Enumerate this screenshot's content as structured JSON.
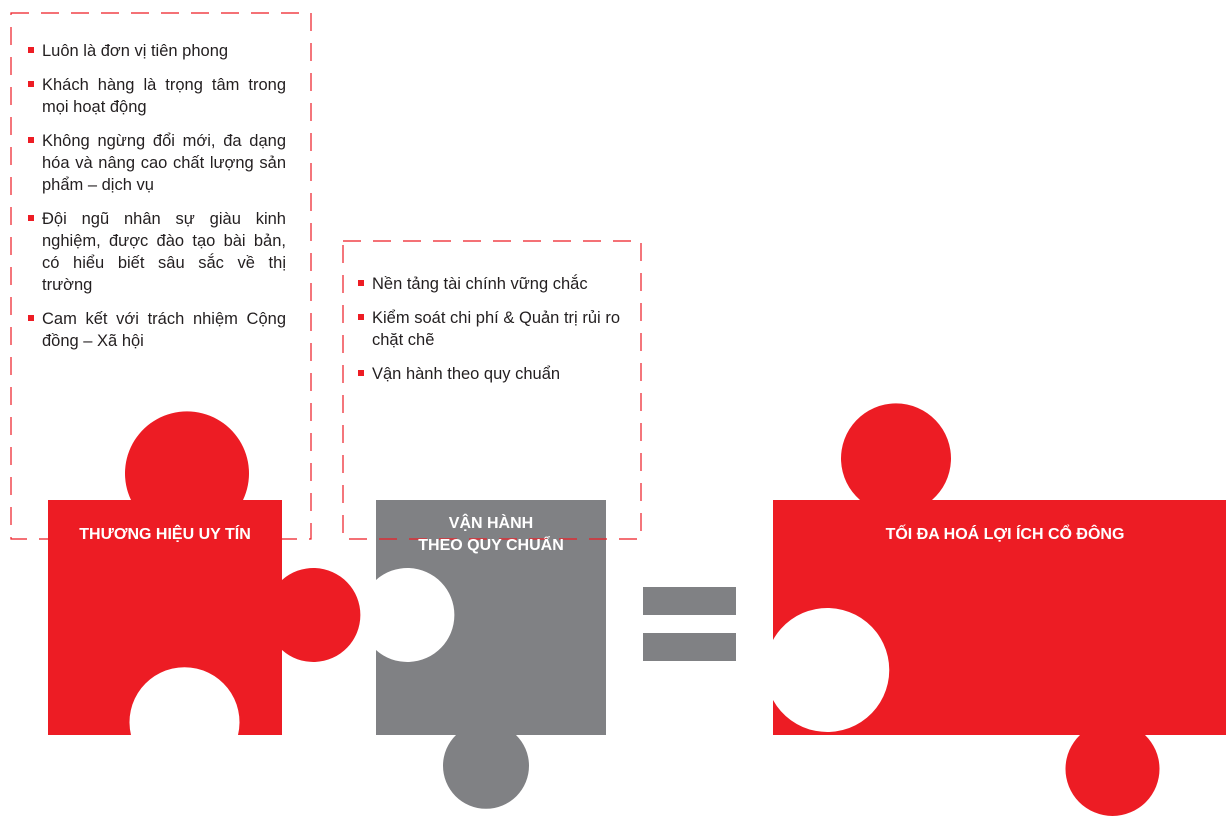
{
  "colors": {
    "red": "#ed1c24",
    "gray": "#808184",
    "text": "#231f20"
  },
  "box_left": {
    "items": [
      "Luôn là đơn vị tiên phong",
      "Khách hàng là trọng tâm trong mọi hoạt động",
      "Không ngừng đổi mới, đa dạng hóa và nâng cao chất lượng sản phẩm – dịch vụ",
      "Đội ngũ nhân sự giàu kinh nghiệm, được đào tạo bài bản, có hiểu biết sâu sắc về thị trường",
      "Cam kết với trách nhiệm Cộng đồng – Xã hội"
    ]
  },
  "box_right": {
    "items": [
      "Nền tảng tài chính vững chắc",
      "Kiểm soát chi phí & Quản trị rủi ro chặt chẽ",
      "Vận hành theo quy chuẩn"
    ]
  },
  "pieces": {
    "brand": "THƯƠNG HIỆU UY TÍN",
    "operation_line1": "VẬN HÀNH",
    "operation_line2": "THEO QUY CHUẨN",
    "result": "TỐI ĐA HOÁ LỢI ÍCH CỔ ĐÔNG"
  }
}
